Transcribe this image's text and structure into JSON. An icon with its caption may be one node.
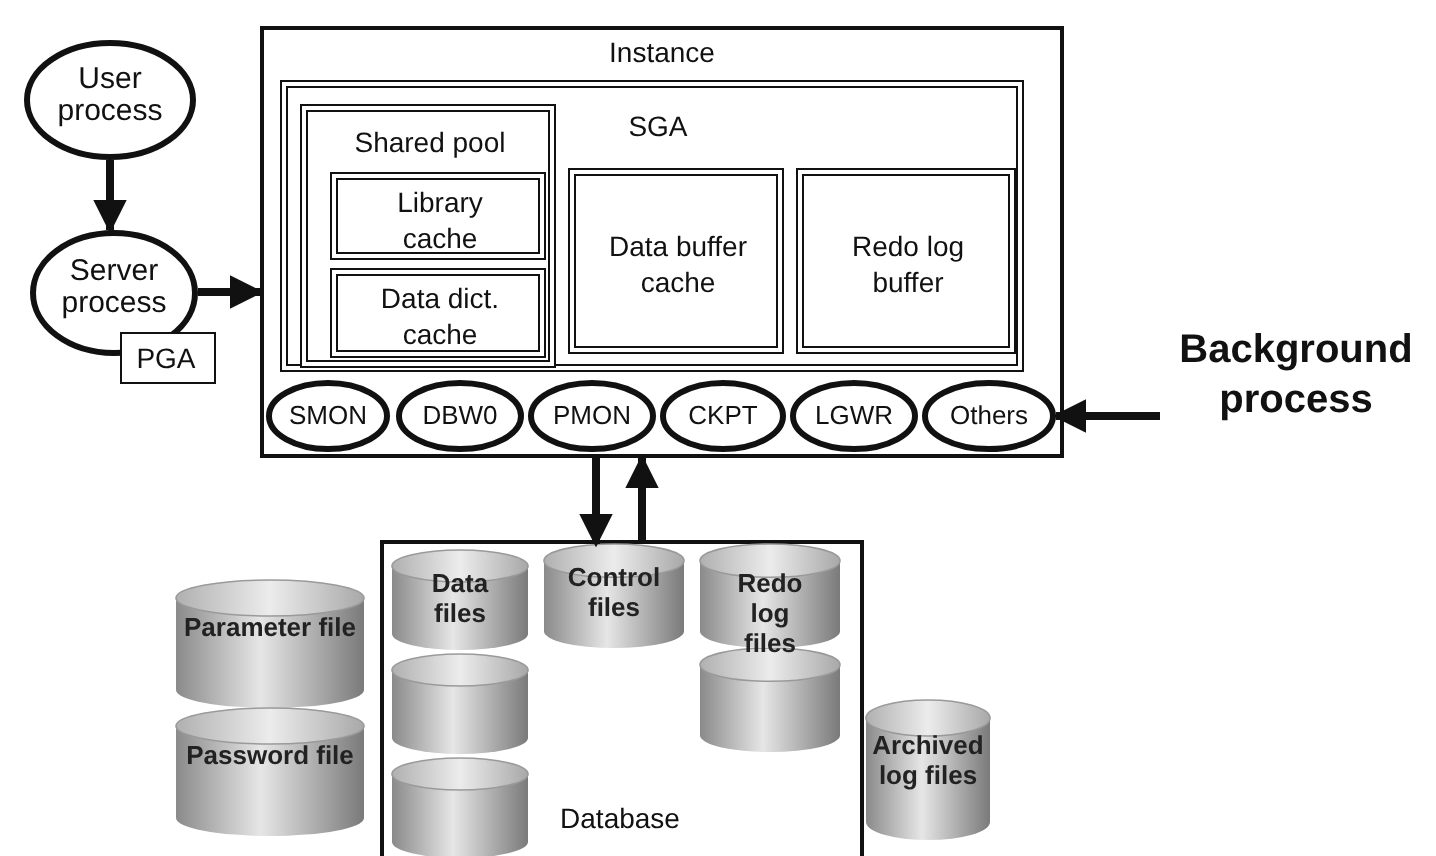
{
  "diagram": {
    "nodes": [
      {
        "text": [
          "User process"
        ]
      },
      {
        "text": [
          "Server process"
        ]
      },
      {
        "text": [
          "PGA"
        ]
      },
      {
        "text": [
          "Instance"
        ]
      },
      {
        "text": [
          "SGA"
        ],
        "in": 3
      },
      {
        "text": [
          "Shared pool"
        ],
        "in": 4
      },
      {
        "text": [
          "Library cache"
        ],
        "in": 5
      },
      {
        "text": [
          "Data dict. cache"
        ],
        "in": 5
      },
      {
        "text": [
          "Data buffer cache"
        ],
        "in": 4
      },
      {
        "text": [
          "Redo log buffer"
        ],
        "in": 4
      },
      {
        "text": [
          "SMON"
        ],
        "in": 3
      },
      {
        "text": [
          "DBW0"
        ],
        "in": 3
      },
      {
        "text": [
          "PMON"
        ],
        "in": 3
      },
      {
        "text": [
          "CKPT"
        ],
        "in": 3
      },
      {
        "text": [
          "LGWR"
        ],
        "in": 3
      },
      {
        "text": [
          "Others"
        ],
        "in": 3
      },
      {
        "text": [
          "Background process"
        ]
      },
      {
        "text": [
          "Database"
        ]
      },
      {
        "text": [
          "Data files"
        ],
        "in": 17
      },
      {
        "text": [],
        "in": 17,
        "shape": "cylinder"
      },
      {
        "text": [],
        "in": 17,
        "shape": "cylinder"
      },
      {
        "text": [
          "Control files"
        ],
        "in": 17
      },
      {
        "text": [
          "Redo log files"
        ],
        "in": 17
      },
      {
        "text": [
          "Parameter file"
        ]
      },
      {
        "text": [
          "Password file"
        ]
      },
      {
        "text": [
          "Archived log files"
        ]
      }
    ],
    "edges": [
      {
        "from": 0,
        "to": 1,
        "arrow": "to"
      },
      {
        "from": 1,
        "to": 3,
        "arrow": "to"
      },
      {
        "from": 16,
        "to": 15,
        "arrow": "to"
      },
      {
        "from": 3,
        "to": 21,
        "arrow": "to"
      },
      {
        "from": 21,
        "to": 3,
        "arrow": "to"
      }
    ]
  }
}
